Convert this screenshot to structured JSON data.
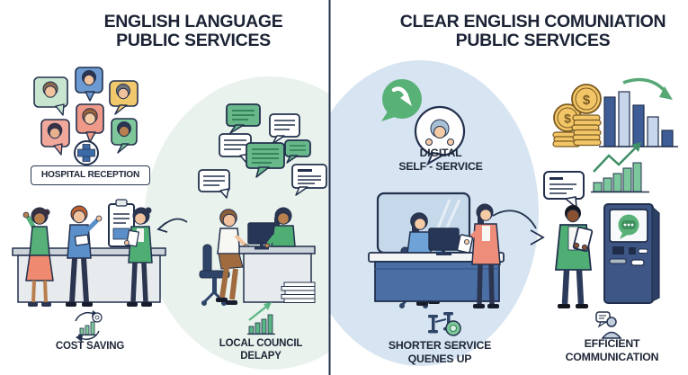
{
  "left_panel": {
    "title_line1": "ENGLISH LANGUAGE",
    "title_line2": "PUBLIC SERVICES",
    "hospital_reception_label": "HOSPITAL RECEPTION",
    "cost_saving_label": "COST SAVING",
    "local_council_line1": "LOCAL COUNCIL",
    "local_council_line2": "DELAPY"
  },
  "right_panel": {
    "title_line1": "CLEAR ENGLISH COMUNIATION",
    "title_line2": "PUBLIC SERVICES",
    "digital_line1": "DIGITAL",
    "digital_line2": "SELF - SERVICE",
    "shorter_service_line1": "SHORTER SERVICE",
    "shorter_service_line2": "QUENES UP",
    "efficient_line1": "EFFICIENT",
    "efficient_line2": "COMMUNICATION"
  },
  "icons": {
    "coin_symbol": "$"
  },
  "colors": {
    "ink_navy": "#22304d",
    "title_text": "#1b2335",
    "green_accent": "#58b177",
    "light_green_backdrop": "#e9f2ec",
    "light_blue_backdrop": "#d7e4f1",
    "salmon": "#ee8d79",
    "blue_jacket": "#5b8fc9",
    "coin_gold": "#f2c566",
    "bar_dark_blue": "#3e5d97",
    "bar_light_blue": "#c7d6ea",
    "kiosk_navy": "#3d5685"
  }
}
